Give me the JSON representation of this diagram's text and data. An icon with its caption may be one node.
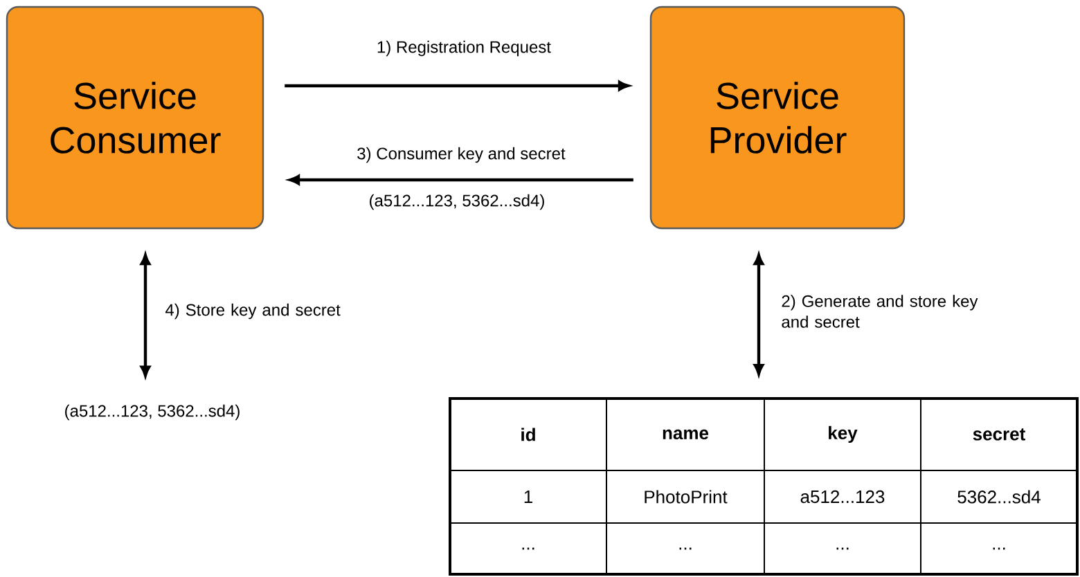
{
  "diagram": {
    "nodes": [
      {
        "text": [
          "Service Consumer"
        ]
      },
      {
        "text": [
          "Service Provider"
        ]
      },
      {
        "text": [
          "(a512...123, 5362...sd4)"
        ]
      },
      {
        "text": [],
        "shape": "box"
      }
    ],
    "edges": [
      {
        "from": 0,
        "to": 1,
        "arrow": "to",
        "label": "1) Registration Request"
      },
      {
        "from": 1,
        "to": 0,
        "arrow": "to",
        "label": "3) Consumer key and secret"
      },
      {
        "from": 1,
        "to": 3,
        "arrow": "both",
        "label": "2) Generate and store key and secret"
      },
      {
        "from": 0,
        "to": 2,
        "arrow": "both",
        "label": "4) Store key and secret"
      }
    ],
    "labels": [
      "(a512...123, 5362...sd4)",
      "id",
      "name",
      "key",
      "secret",
      "1",
      "PhotoPrint",
      "a512...123",
      "5362...sd4",
      "...",
      "...",
      "...",
      "..."
    ]
  }
}
